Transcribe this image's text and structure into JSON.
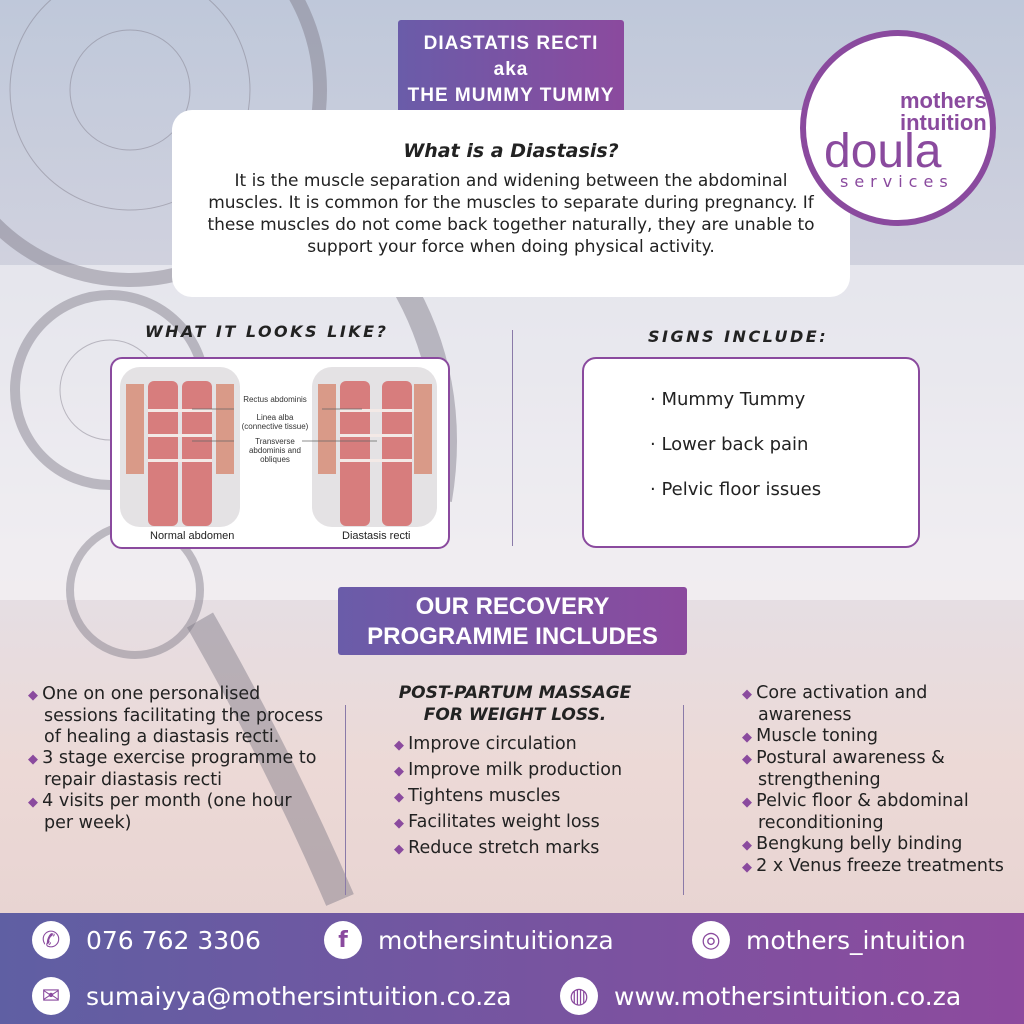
{
  "title": {
    "line1": "DIASTATIS RECTI",
    "line2": "aka",
    "line3": "THE MUMMY TUMMY"
  },
  "logo": {
    "line1": "mothers",
    "line2": "intuition",
    "line3": "doula",
    "line4": "services"
  },
  "what": {
    "heading": "What is a Diastasis?",
    "body": "It is the muscle separation and widening between the abdominal muscles. It is common for the muscles to separate during pregnancy. If these muscles do not come back together naturally, they are unable to support your force when doing physical activity."
  },
  "looks": {
    "heading": "WHAT IT LOOKS LIKE?",
    "labels": [
      "Rectus abdominis",
      "Linea alba (connective tissue)",
      "Transverse abdominis and obliques"
    ],
    "caption_left": "Normal abdomen",
    "caption_right": "Diastasis recti"
  },
  "signs": {
    "heading": "SIGNS INCLUDE:",
    "items": [
      "· Mummy Tummy",
      "· Lower back pain",
      "· Pelvic floor issues"
    ]
  },
  "recovery": {
    "line1": "OUR RECOVERY",
    "line2": "PROGRAMME INCLUDES"
  },
  "col1": [
    "One on one personalised sessions  facilitating the process of healing a diastasis recti.",
    "3 stage exercise programme to repair diastasis recti",
    "4 visits per month (one hour per week)"
  ],
  "col2": {
    "heading1": "POST-PARTUM MASSAGE",
    "heading2": "FOR WEIGHT LOSS.",
    "items": [
      "Improve circulation",
      "Improve milk production",
      "Tightens muscles",
      "Facilitates weight loss",
      "Reduce stretch marks"
    ]
  },
  "col3": [
    "Core activation and awareness",
    "Muscle toning",
    "Postural awareness & strengthening",
    "Pelvic floor & abdominal reconditioning",
    "Bengkung belly binding",
    "2 x Venus freeze treatments"
  ],
  "footer": {
    "phone": "076 762 3306",
    "facebook": "mothersintuitionza",
    "instagram": "mothers_intuition",
    "email": "sumaiyya@mothersintuition.co.za",
    "website": "www.mothersintuition.co.za"
  }
}
